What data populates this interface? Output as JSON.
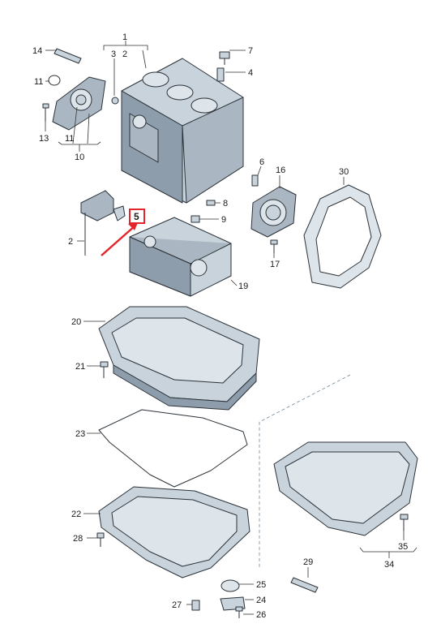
{
  "callouts": {
    "c1": "1",
    "c2": "2",
    "c3": "3",
    "c4": "4",
    "c5": "5",
    "c6": "6",
    "c7": "7",
    "c8": "8",
    "c9": "9",
    "c10": "10",
    "c11a": "11",
    "c11b": "11",
    "c13": "13",
    "c14": "14",
    "c16": "16",
    "c17": "17",
    "c19": "19",
    "c20": "20",
    "c21": "21",
    "c22": "22",
    "c23": "23",
    "c24": "24",
    "c25": "25",
    "c26": "26",
    "c27": "27",
    "c28": "28",
    "c29": "29",
    "c30": "30",
    "c34": "34",
    "c35": "35",
    "c2b": "2"
  },
  "highlight": {
    "label": "5",
    "color": "#e3262b"
  }
}
